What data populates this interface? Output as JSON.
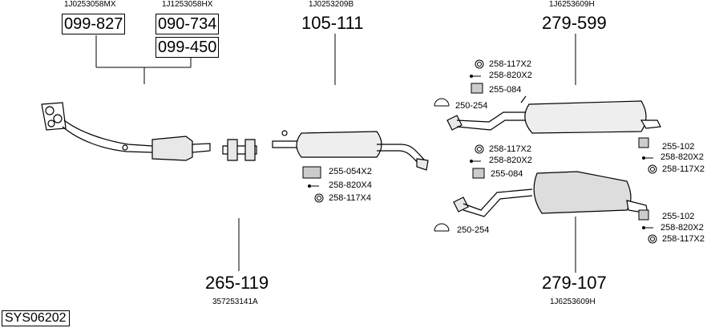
{
  "diagram_id": "SYS06202",
  "oe_numbers": {
    "manifold_1": "1J0253058MX",
    "manifold_2": "1J1253058HX",
    "front_pipe": "1J0253209B",
    "rear_upper": "1J6253609H",
    "middle": "357253141A",
    "rear_lower": "1J6253609H"
  },
  "part_numbers": {
    "p1": "099-827",
    "p2": "090-734",
    "p3": "099-450",
    "front_pipe": "105-111",
    "rear_upper": "279-599",
    "middle": "265-119",
    "rear_lower": "279-107"
  },
  "fittings": {
    "front_pipe": {
      "a": "255-054X2",
      "b": "258-820X4",
      "c": "258-117X4"
    },
    "rear_upper_top": {
      "a": "258-117X2",
      "b": "258-820X2",
      "c": "255-084",
      "d": "250-254"
    },
    "rear_upper_right": {
      "a": "255-102",
      "b": "258-820X2",
      "c": "258-117X2"
    },
    "rear_lower_top": {
      "a": "258-117X2",
      "b": "258-820X2",
      "c": "255-084",
      "d": "250-254"
    },
    "rear_lower_right": {
      "a": "255-102",
      "b": "258-820X2",
      "c": "258-117X2"
    }
  }
}
